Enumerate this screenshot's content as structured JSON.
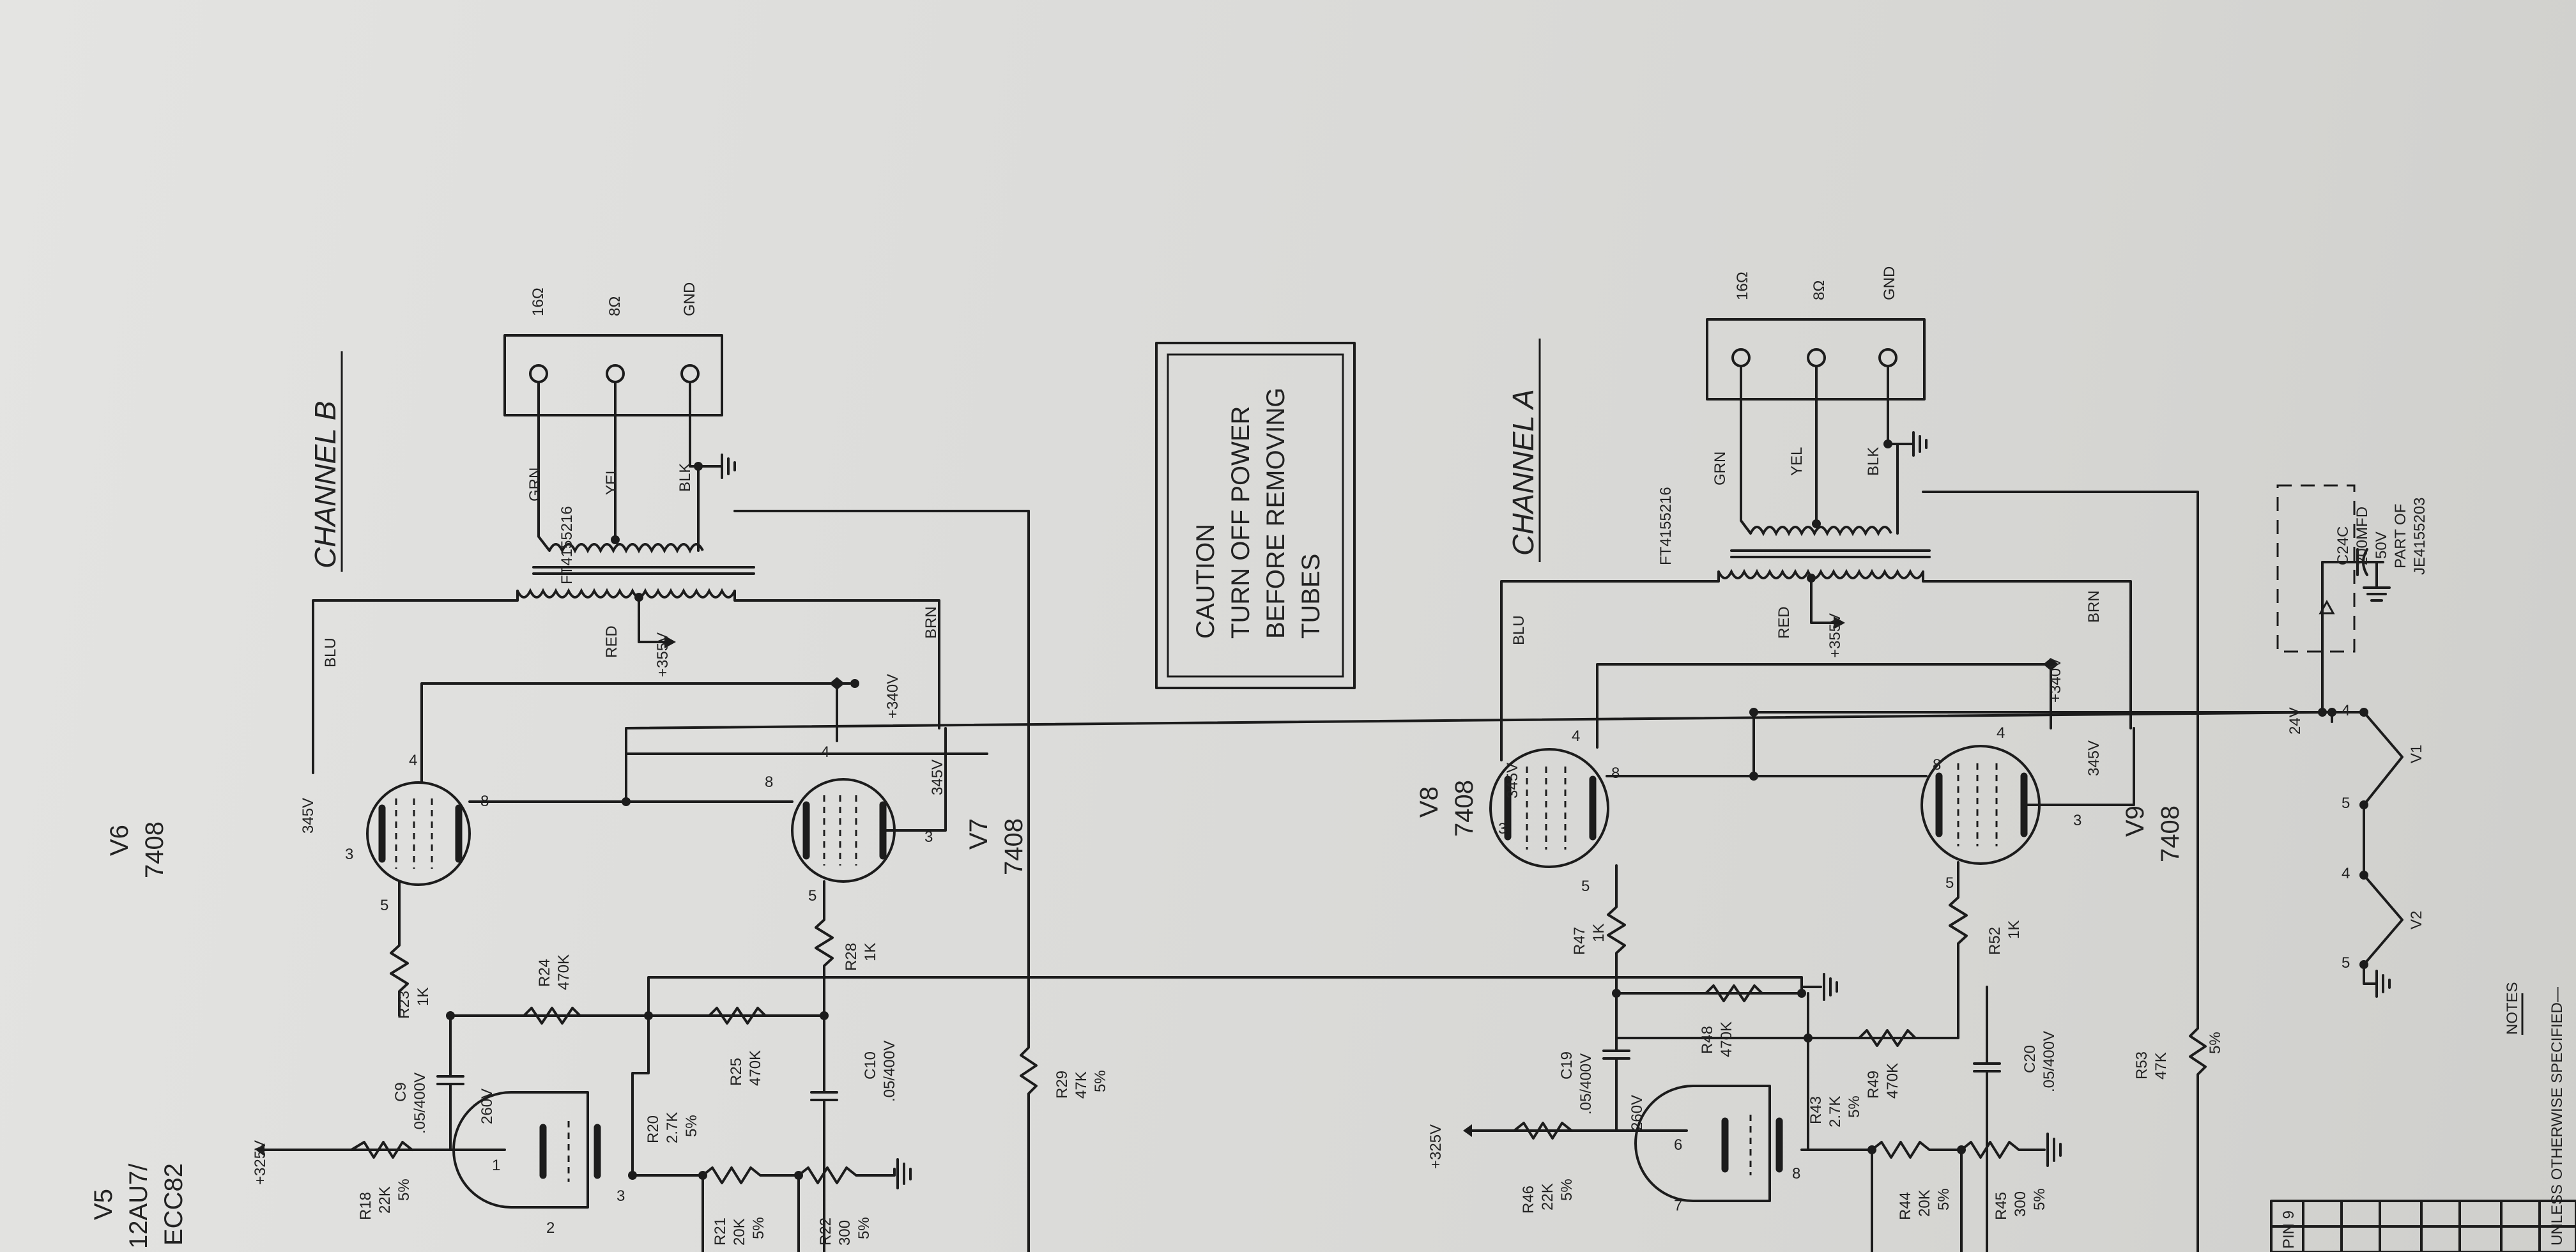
{
  "channels": {
    "b_title": "CHANNEL B",
    "a_title": "CHANNEL A"
  },
  "caution": [
    "CAUTION",
    "TURN OFF POWER",
    "BEFORE REMOVING",
    "TUBES"
  ],
  "tubes": {
    "v5": [
      "V5",
      "12AU7/",
      "ECC82"
    ],
    "v6": [
      "V6",
      "7408"
    ],
    "v7": [
      "V7",
      "7408"
    ],
    "v8": [
      "V8",
      "7408"
    ],
    "v9": [
      "V9",
      "7408"
    ],
    "v1": "V1",
    "v2": "V2"
  },
  "transformer_b": {
    "part": "FT4155216",
    "grn": "GRN",
    "yel": "YEL",
    "blk": "BLK",
    "blu": "BLU",
    "red": "RED",
    "brn": "BRN"
  },
  "transformer_a": {
    "part": "FT4155216",
    "grn": "GRN",
    "yel": "YEL",
    "blk": "BLK",
    "blu": "BLU",
    "red": "RED",
    "brn": "BRN"
  },
  "terminals": {
    "t16": "16Ω",
    "t8": "8Ω",
    "gnd": "GND"
  },
  "voltages": {
    "v325": "+325V",
    "v355": "+355V",
    "v340": "+340V",
    "v345": "345V",
    "v260": "260V",
    "v24": "24V"
  },
  "pins": {
    "p1": "1",
    "p2": "2",
    "p3": "3",
    "p4": "4",
    "p5": "5",
    "p6": "6",
    "p7": "7",
    "p8": "8"
  },
  "resistors": {
    "r18": [
      "R18",
      "22K",
      "5%"
    ],
    "r20": [
      "R20",
      "2.7K",
      "5%"
    ],
    "r21": [
      "R21",
      "20K",
      "5%"
    ],
    "r22": [
      "R22",
      "300",
      "5%"
    ],
    "r23": [
      "R23",
      "1K"
    ],
    "r24": [
      "R24",
      "470K"
    ],
    "r25": [
      "R25",
      "470K"
    ],
    "r28": [
      "R28",
      "1K"
    ],
    "r29": [
      "R29",
      "47K",
      "5%"
    ],
    "r43": [
      "R43",
      "2.7K",
      "5%"
    ],
    "r44": [
      "R44",
      "20K",
      "5%"
    ],
    "r45": [
      "R45",
      "300",
      "5%"
    ],
    "r46": [
      "R46",
      "22K",
      "5%"
    ],
    "r47": [
      "R47",
      "1K"
    ],
    "r48": [
      "R48",
      "470K"
    ],
    "r49": [
      "R49",
      "470K"
    ],
    "r52": [
      "R52",
      "1K"
    ],
    "r53": [
      "R53",
      "47K",
      "5%"
    ]
  },
  "capacitors": {
    "c9": [
      "C9",
      ".05/400V"
    ],
    "c10": [
      "C10",
      ".05/400V"
    ],
    "c19": [
      "C19",
      ".05/400V"
    ],
    "c20": [
      "C20",
      ".05/400V"
    ],
    "c24": [
      "C24C",
      "200MFD",
      "50V",
      "PART OF",
      "JE4155203"
    ]
  },
  "notes": {
    "title": "NOTES",
    "line1": "UNLESS OTHERWISE SPECIFIED—"
  },
  "table": {
    "header": "PIN 9"
  }
}
